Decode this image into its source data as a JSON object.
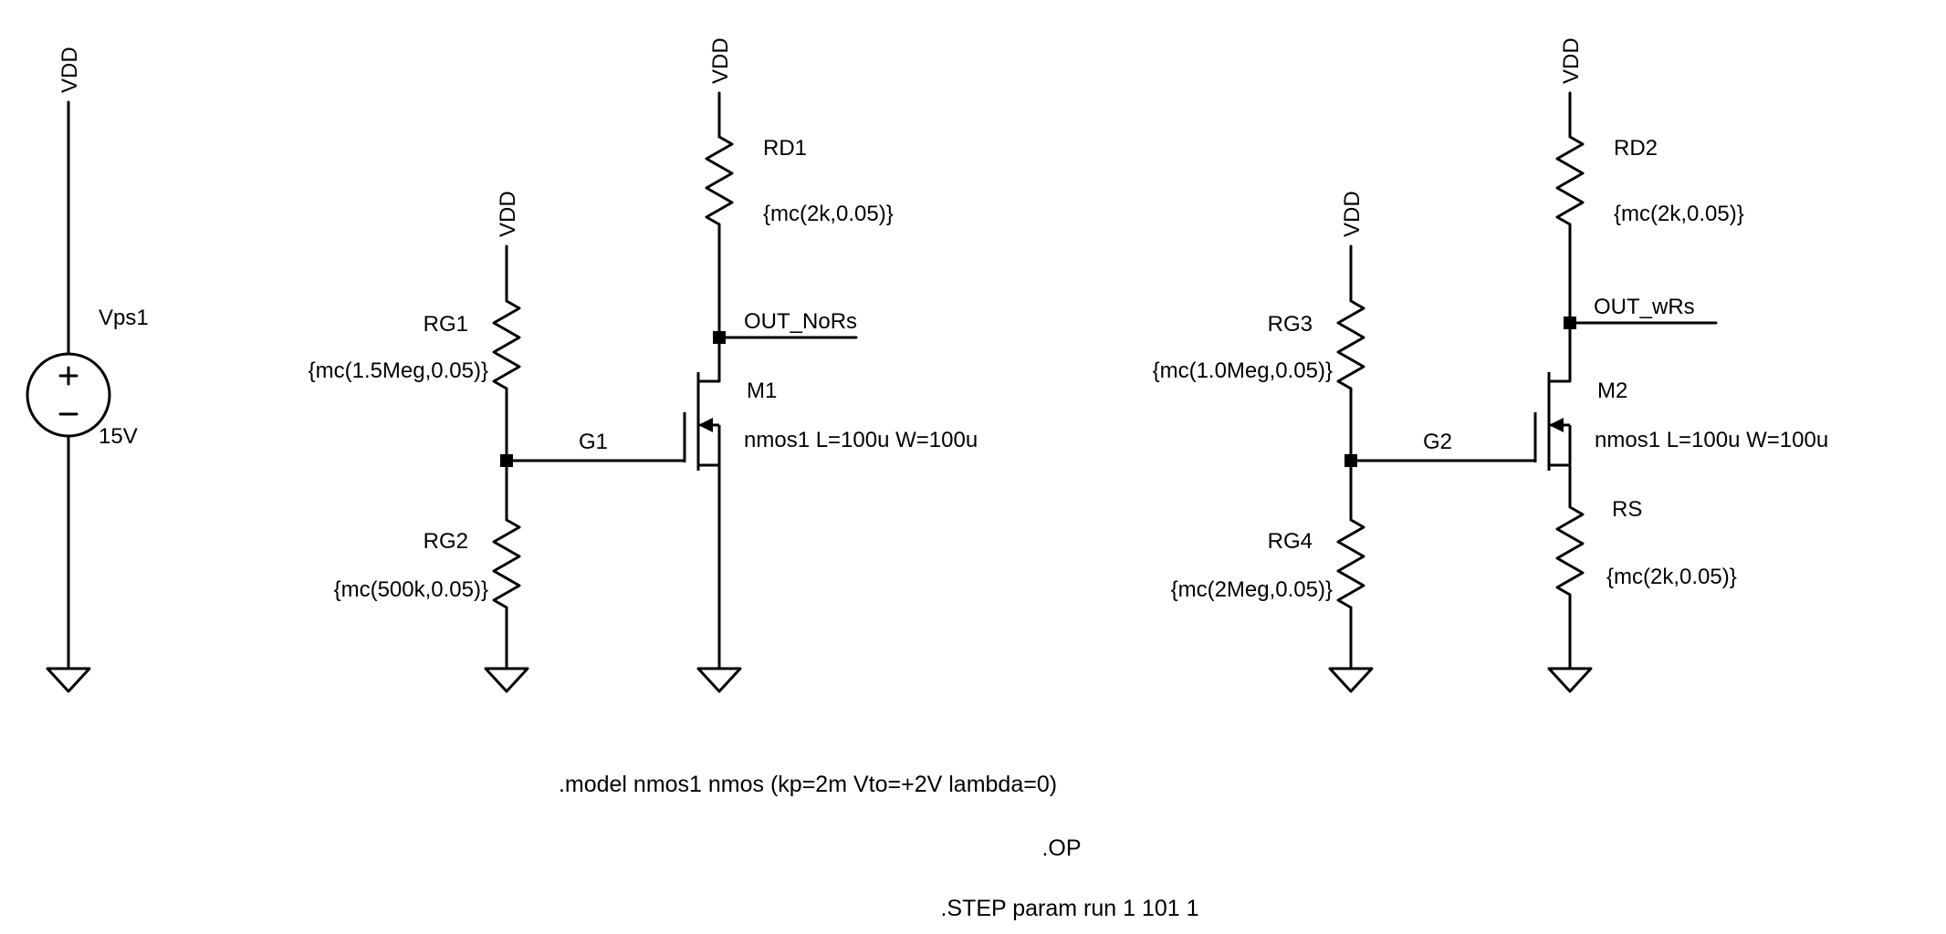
{
  "colors": {
    "ink": "#000000",
    "background": "#ffffff"
  },
  "rails": {
    "vdd": "VDD"
  },
  "source_vps1": {
    "name": "Vps1",
    "value": "15V"
  },
  "left": {
    "rg1": {
      "name": "RG1",
      "value": "{mc(1.5Meg,0.05)}"
    },
    "rg2": {
      "name": "RG2",
      "value": "{mc(500k,0.05)}"
    },
    "rd1": {
      "name": "RD1",
      "value": "{mc(2k,0.05)}"
    },
    "m1": {
      "name": "M1",
      "model": "nmos1 L=100u W=100u"
    },
    "gate": "G1",
    "out": "OUT_NoRs"
  },
  "right": {
    "rg3": {
      "name": "RG3",
      "value": "{mc(1.0Meg,0.05)}"
    },
    "rg4": {
      "name": "RG4",
      "value": "{mc(2Meg,0.05)}"
    },
    "rd2": {
      "name": "RD2",
      "value": "{mc(2k,0.05)}"
    },
    "rs": {
      "name": "RS",
      "value": "{mc(2k,0.05)}"
    },
    "m2": {
      "name": "M2",
      "model": "nmos1 L=100u W=100u"
    },
    "gate": "G2",
    "out": "OUT_wRs"
  },
  "directives": {
    "model": ".model nmos1 nmos (kp=2m Vto=+2V lambda=0)",
    "op": ".OP",
    "step": ".STEP param run 1 101 1"
  }
}
